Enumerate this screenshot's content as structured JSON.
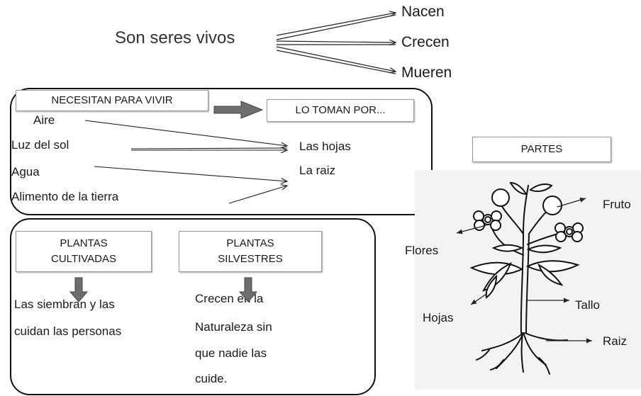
{
  "header": {
    "subject": "Son seres vivos",
    "cycle": [
      "Nacen",
      "Crecen",
      "Mueren"
    ]
  },
  "needs": {
    "title": "NECESITAN PARA VIVIR",
    "items": [
      "Aire",
      "Luz del sol",
      "Agua",
      "Alimento de la tierra"
    ],
    "take_title": "LO TOMAN POR...",
    "takes": [
      "Las hojas",
      "La raiz"
    ]
  },
  "types": {
    "cultivated": {
      "title_line1": "PLANTAS",
      "title_line2": "CULTIVADAS",
      "desc_line1": "Las siembran y las",
      "desc_line2": "cuidan las personas"
    },
    "wild": {
      "title_line1": "PLANTAS",
      "title_line2": "SILVESTRES",
      "desc": [
        "Crecen en la",
        "Naturaleza sin",
        "que nadie las",
        "cuide."
      ]
    }
  },
  "parts": {
    "title": "PARTES",
    "fruit": "Fruto",
    "flowers": "Flores",
    "stem": "Tallo",
    "leaves": "Hojas",
    "root": "Raiz"
  },
  "colors": {
    "block_arrow": "#6e6e6e",
    "line": "#222222",
    "panel_border": "#111111"
  }
}
